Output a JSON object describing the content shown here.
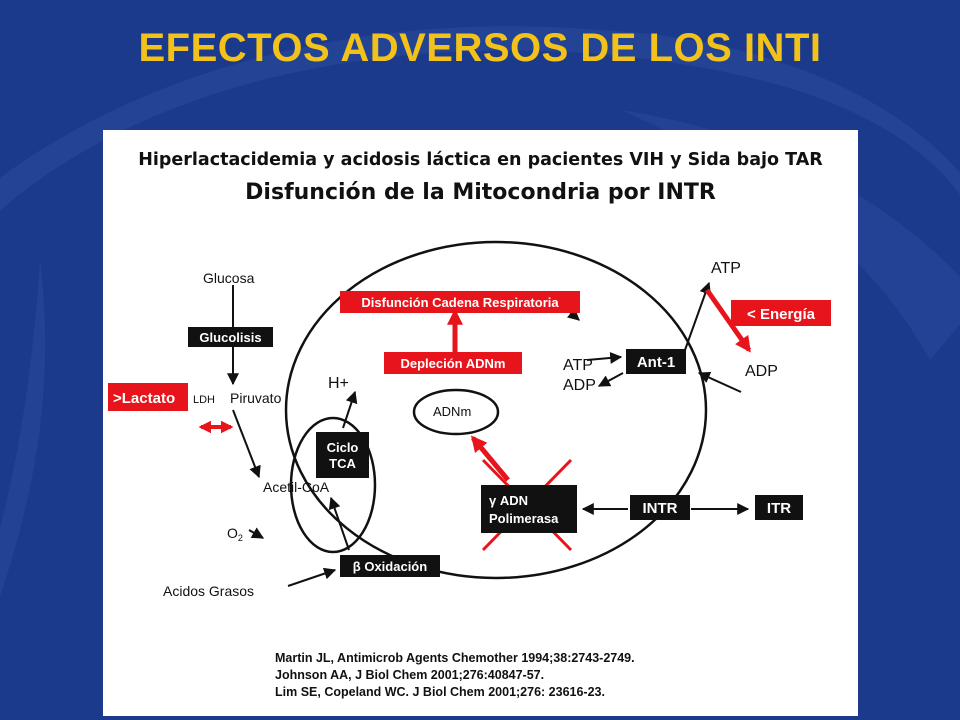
{
  "slide": {
    "title": "EFECTOS ADVERSOS DE LOS INTI"
  },
  "figure": {
    "title": "Hiperlactacidemia y acidosis láctica en pacientes VIH y Sida bajo TAR",
    "subtitle": "Disfunción de la Mitocondria por INTR",
    "labels": {
      "glucosa": "Glucosa",
      "piruvato": "Piruvato",
      "ldh": "LDH",
      "acetil_coa": "Acetil-CoA",
      "o2": "O",
      "o2_sub": "2",
      "acidos_grasos": "Acidos Grasos",
      "h_plus": "H+",
      "adnm": "ADNm",
      "atp_inner": "ATP",
      "adp_inner": "ADP",
      "atp_outer": "ATP",
      "adp_outer": "ADP"
    },
    "boxes": {
      "glucolisis": "Glucolisis",
      "lactato": ">Lactato",
      "disfuncion_cadena": "Disfunción Cadena Respiratoria",
      "deplecion": "Depleción ADNm",
      "ciclo_line1": "Ciclo",
      "ciclo_line2": "TCA",
      "beta_oxidacion": "β Oxidación",
      "gamma_line1": "γ ADN",
      "gamma_line2": "Polimerasa",
      "intr": "INTR",
      "itr": "ITR",
      "ant1": "Ant-1",
      "energia": "< Energía"
    },
    "colors": {
      "red": "#e8141b",
      "black_box": "#111111",
      "background": "#1c3a8c",
      "title": "#f2c21b"
    }
  },
  "references": [
    "Martin JL,  Antimicrob Agents Chemother 1994;38:2743-2749.",
    "Johnson AA, J Biol Chem 2001;276:40847-57.",
    "Lim SE, Copeland WC.  J Biol Chem 2001;276: 23616-23."
  ]
}
